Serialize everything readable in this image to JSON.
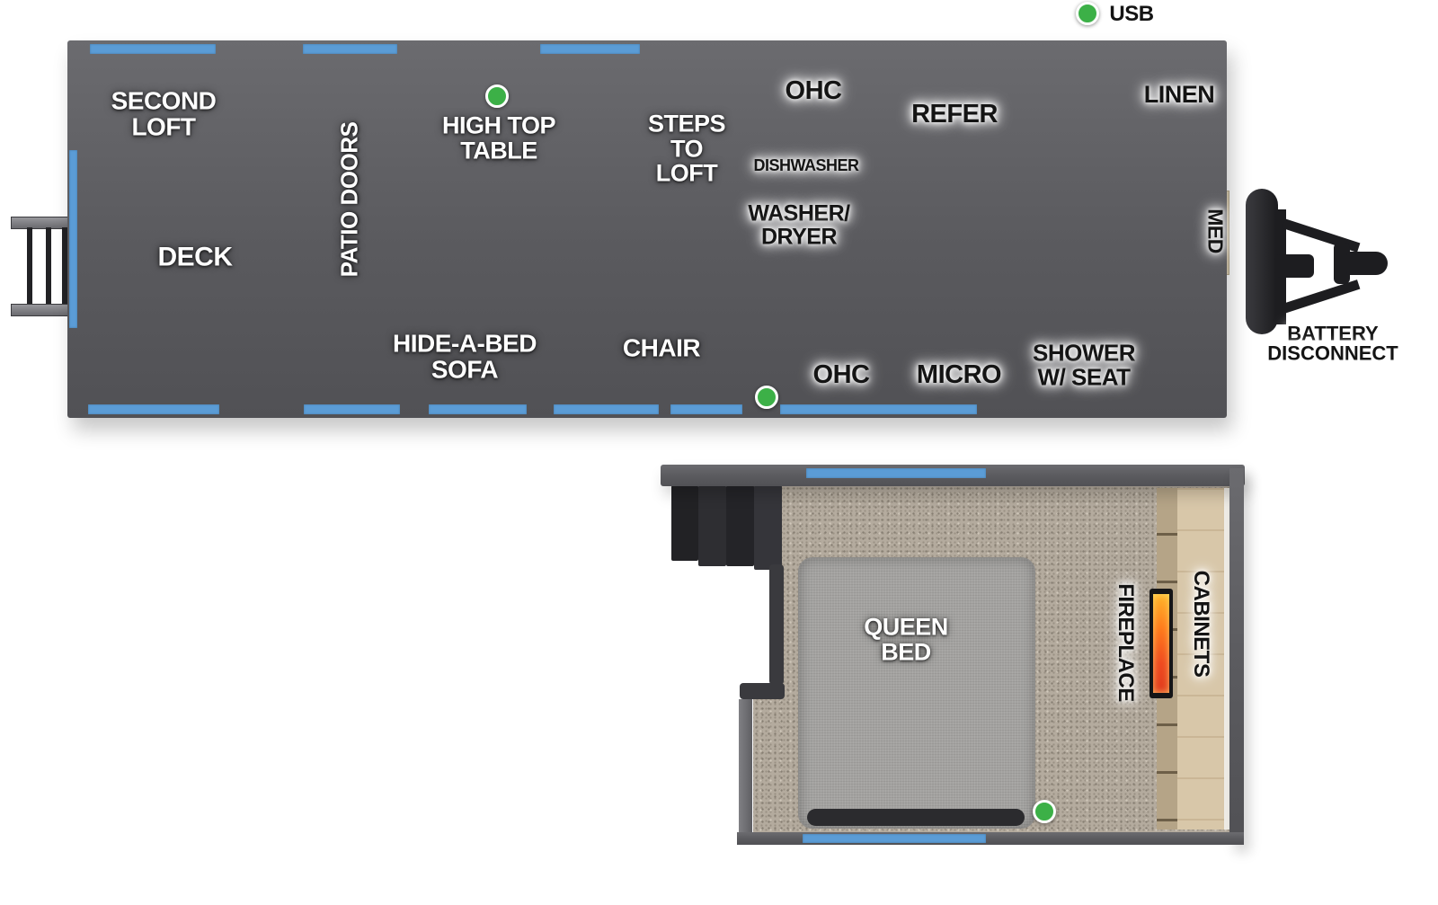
{
  "legend": {
    "usb": "USB"
  },
  "colors": {
    "wall_gray": "#5e5e61",
    "window_blue": "#5b9cd6",
    "usb_green": "#3cb047",
    "tv_blue": "#2d5aa0",
    "fire_orange": "#ff7a1c"
  },
  "main_floor": {
    "second_loft": "SECOND\nLOFT",
    "deck": "DECK",
    "patio_doors": "PATIO DOORS",
    "high_top_table": "HIGH TOP\nTABLE",
    "steps_to_loft": "STEPS\nTO\nLOFT",
    "ohc_top": "OHC",
    "dishwasher": "DISHWASHER",
    "washer_dryer": "WASHER/\nDRYER",
    "refer": "REFER",
    "linen": "LINEN",
    "med": "MED",
    "hide_a_bed_sofa": "HIDE-A-BED\nSOFA",
    "chair": "CHAIR",
    "ohc_bottom": "OHC",
    "micro": "MICRO",
    "shower": "SHOWER\nW/ SEAT",
    "battery_disconnect": "BATTERY\nDISCONNECT"
  },
  "loft": {
    "queen_bed": "QUEEN\nBED",
    "fireplace": "FIREPLACE",
    "cabinets": "CABINETS"
  }
}
